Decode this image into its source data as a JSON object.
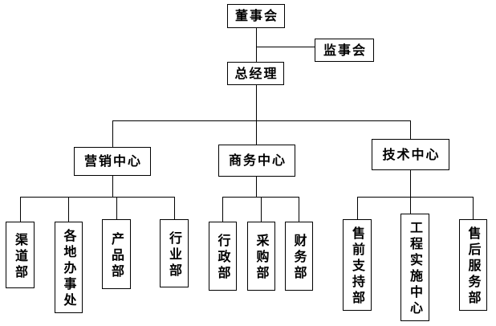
{
  "diagram": {
    "type": "org-chart",
    "background_color": "#ffffff",
    "line_color": "#000000",
    "box_border_color": "#000000",
    "box_fill_color": "#ffffff",
    "text_color": "#000000"
  },
  "nodes": {
    "board": {
      "label": "董事会"
    },
    "supervisory_board": {
      "label": "监事会"
    },
    "general_manager": {
      "label": "总经理"
    },
    "marketing_center": {
      "label": "营销中心"
    },
    "business_center": {
      "label": "商务中心"
    },
    "technology_center": {
      "label": "技术中心"
    },
    "channel_dept": {
      "label": "渠道部"
    },
    "regional_offices": {
      "label": "各地办事处"
    },
    "product_dept": {
      "label": "产品部"
    },
    "industry_dept": {
      "label": "行业部"
    },
    "admin_dept": {
      "label": "行政部"
    },
    "purchasing_dept": {
      "label": "采购部"
    },
    "finance_dept": {
      "label": "财务部"
    },
    "presales_support_dept": {
      "label": "售前支持部"
    },
    "engineering_implementation_center": {
      "label": "工程实施中心"
    },
    "aftersales_service_dept": {
      "label": "售后服务部"
    }
  },
  "hierarchy": {
    "董事会": [
      "监事会",
      "总经理"
    ],
    "总经理": [
      "营销中心",
      "商务中心",
      "技术中心"
    ],
    "营销中心": [
      "渠道部",
      "各地办事处",
      "产品部",
      "行业部"
    ],
    "商务中心": [
      "行政部",
      "采购部",
      "财务部"
    ],
    "技术中心": [
      "售前支持部",
      "工程实施中心",
      "售后服务部"
    ]
  }
}
